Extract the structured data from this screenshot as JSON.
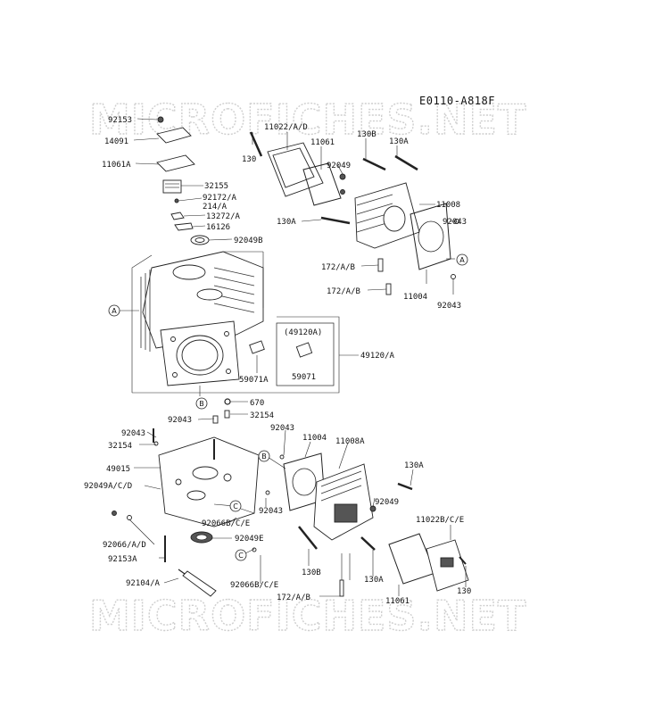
{
  "diagram_code": "E0110-A818F",
  "watermark": "MICROFICHES.NET",
  "callouts": {
    "A": "A",
    "B": "B",
    "C": "C"
  },
  "kit_box": {
    "title": "(49120A)",
    "part": "59071"
  },
  "part_labels": {
    "p92153": "92153",
    "p14091": "14091",
    "p11061A": "11061A",
    "p32155": "32155",
    "p92172": "92172/A",
    "p214": "214/A",
    "p13272": "13272/A",
    "p16126": "16126",
    "p92049B": "92049B",
    "p11022AD": "11022/A/D",
    "p11061": "11061",
    "p130top": "130",
    "p130B": "130B",
    "p130A": "130A",
    "p92049": "92049",
    "p11008": "11008",
    "p130Aleft": "130A",
    "p92043r": "92043",
    "p172a": "172/A/B",
    "p172b": "172/A/B",
    "p11004": "11004",
    "p92043r2": "92043",
    "p49120A": "49120/A",
    "p59071A": "59071A",
    "p670": "670",
    "p92043c": "92043",
    "p32154a": "32154",
    "p92043l": "92043",
    "p32154l": "32154",
    "p49015": "49015",
    "p92049ACD": "92049A/C/D",
    "p92066BCE": "92066B/C/E",
    "p92066AD": "92066/A/D",
    "p92049E": "92049E",
    "p92153A": "92153A",
    "p92104": "92104/A",
    "p92066BCE2": "92066B/C/E",
    "p92043b": "92043",
    "p11004b": "11004",
    "p11008A": "11008A",
    "p130Ab": "130A",
    "p92049b2": "92049",
    "p92043b2": "92043",
    "p11022BCE": "11022B/C/E",
    "p130Bb": "130B",
    "p130Ab2": "130A",
    "p130b": "130",
    "p11061b": "11061",
    "p172c": "172/A/B"
  }
}
